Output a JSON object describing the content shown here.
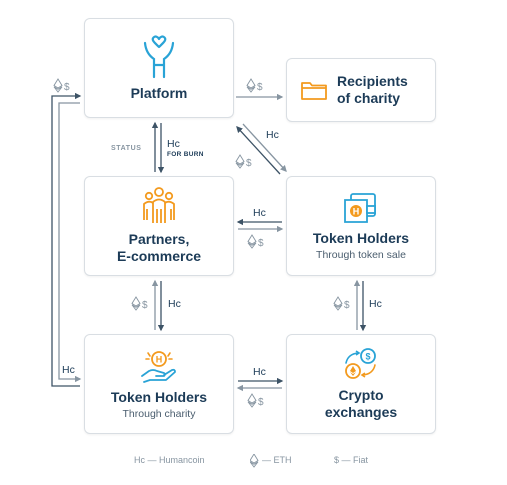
{
  "nodes": {
    "platform": {
      "title": "Platform"
    },
    "recipients": {
      "title_line1": "Recipients",
      "title_line2": "of charity"
    },
    "partners": {
      "title_line1": "Partners,",
      "title_line2": "E-commerce"
    },
    "token_sale": {
      "title": "Token Holders",
      "subtitle": "Through token sale"
    },
    "token_charity": {
      "title": "Token Holders",
      "subtitle": "Through charity"
    },
    "crypto": {
      "title_line1": "Crypto",
      "title_line2": "exchanges"
    }
  },
  "edges": {
    "platform_partners_status": "STATUS",
    "platform_partners_hc": "Hc",
    "platform_partners_hc_note": "FOR BURN",
    "tokensale_platform_hc": "Hc",
    "tokensale_partners_hc": "Hc",
    "partners_charity_hc": "Hc",
    "tokensale_crypto_hc": "Hc",
    "charity_crypto_hc": "Hc",
    "charity_platform_hc": "Hc",
    "fiat_symbol": "$"
  },
  "legend": {
    "humancoin": "Hc — Humancoin",
    "eth": "— ETH",
    "fiat": "$ — Fiat"
  },
  "colors": {
    "accent_blue": "#29a3d6",
    "accent_orange": "#f39a1e",
    "text_dark": "#1c3b57",
    "muted": "#8795a1",
    "arrow": "#3d5366"
  },
  "icons": [
    "heart-person-icon",
    "folder-icon",
    "people-group-icon",
    "wallet-icon",
    "hand-coin-icon",
    "crypto-exchange-icon",
    "eth-icon"
  ]
}
